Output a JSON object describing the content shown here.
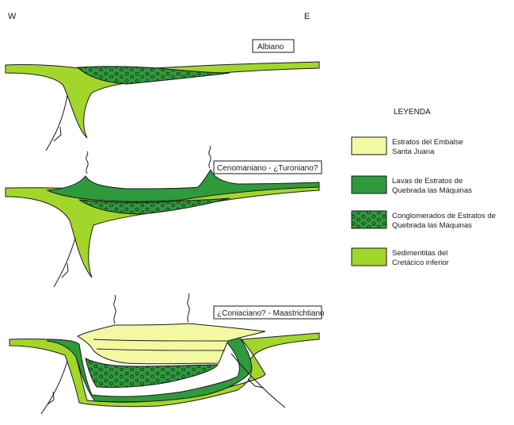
{
  "orientation": {
    "west": "W",
    "east": "E"
  },
  "stages": [
    {
      "label": "Albiano"
    },
    {
      "label": "Cenomaniano - ¿Turoniano?"
    },
    {
      "label": "¿Coniaciano? - Maastrichtiano"
    }
  ],
  "legend": {
    "title": "LEYENDA",
    "items": [
      {
        "lines": [
          "Estratos del Embalse",
          "Santa Juana"
        ],
        "color": "#f3f8a3",
        "pattern": "solid"
      },
      {
        "lines": [
          "Lavas de Estratos de",
          "Quebrada las Máquinas"
        ],
        "color": "#2f9a3c",
        "pattern": "solid"
      },
      {
        "lines": [
          "Conglomerados de Estratos de",
          "Quebrada las Máquinas"
        ],
        "color": "#2f9a3c",
        "pattern": "circles"
      },
      {
        "lines": [
          "Sedimentitas del",
          "Cretácico inferior"
        ],
        "color": "#a3d62b",
        "pattern": "solid"
      }
    ]
  },
  "colors": {
    "light_green": "#a3d62b",
    "dark_green": "#2f9a3c",
    "pale_yellow": "#f3f8a3",
    "outline": "#1a1a1a"
  }
}
